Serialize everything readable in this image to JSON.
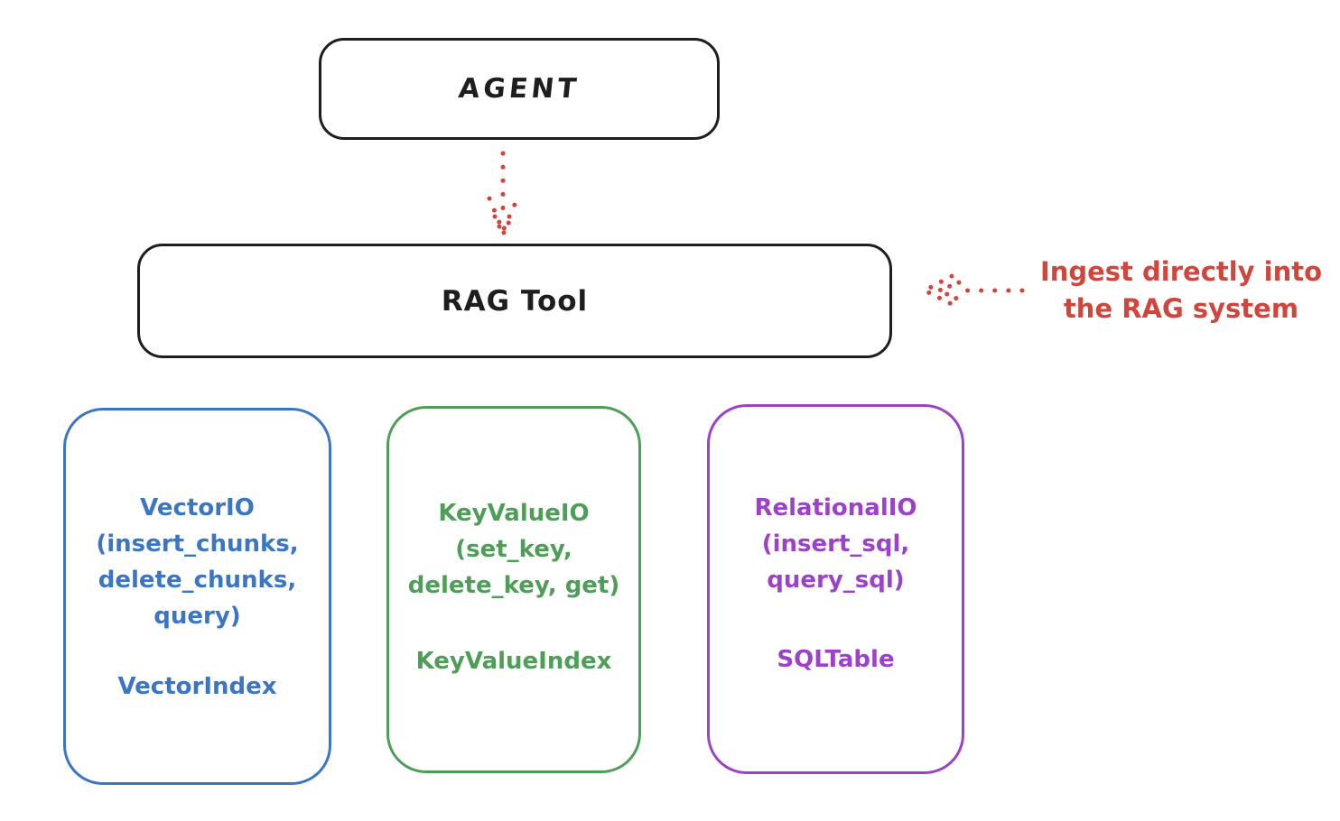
{
  "diagram": {
    "nodes": {
      "agent": {
        "label": "AGENT",
        "stroke_color": "#1e1e1e"
      },
      "rag_tool": {
        "label": "RAG Tool",
        "stroke_color": "#1e1e1e"
      },
      "vector_backend": {
        "io_lines": [
          "VectorIO",
          "(insert_chunks,",
          "delete_chunks,",
          "query)"
        ],
        "index_label": "VectorIndex",
        "color": "#3b76c4"
      },
      "keyvalue_backend": {
        "io_lines": [
          "KeyValueIO",
          "(set_key,",
          "delete_key, get)"
        ],
        "index_label": "KeyValueIndex",
        "color": "#4e9e58"
      },
      "relational_backend": {
        "io_lines": [
          "RelationalIO",
          "(insert_sql,",
          "query_sql)"
        ],
        "index_label": "SQLTable",
        "color": "#9c42c8"
      }
    },
    "annotation": {
      "line1": "Ingest directly into",
      "line2": "the RAG system",
      "color": "#d0453c"
    },
    "arrows": {
      "agent_to_rag_tool": {
        "style": "dotted",
        "direction": "down",
        "color": "#d0453c"
      },
      "annotation_to_rag_tool": {
        "style": "dotted",
        "direction": "left",
        "color": "#d0453c"
      }
    }
  }
}
